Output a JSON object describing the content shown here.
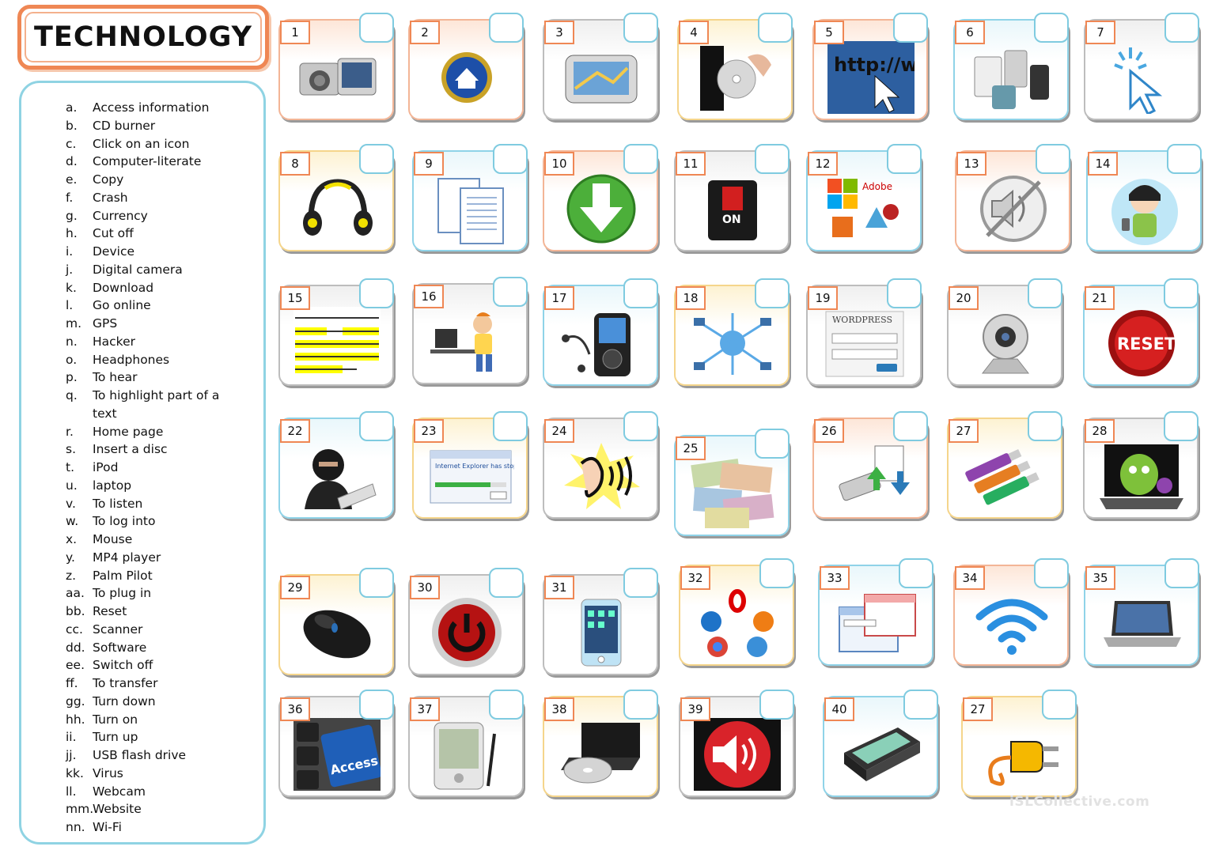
{
  "title": "TECHNOLOGY",
  "watermark": "iSLCollective.com",
  "words": [
    {
      "letter": "a.",
      "text": "Access information"
    },
    {
      "letter": "b.",
      "text": "CD burner"
    },
    {
      "letter": "c.",
      "text": "Click on an icon"
    },
    {
      "letter": "d.",
      "text": "Computer-literate"
    },
    {
      "letter": "e.",
      "text": "Copy"
    },
    {
      "letter": "f.",
      "text": "Crash"
    },
    {
      "letter": "g.",
      "text": "Currency"
    },
    {
      "letter": "h.",
      "text": "Cut off"
    },
    {
      "letter": "i.",
      "text": "Device"
    },
    {
      "letter": "j.",
      "text": "Digital camera"
    },
    {
      "letter": "k.",
      "text": "Download"
    },
    {
      "letter": "l.",
      "text": "Go online"
    },
    {
      "letter": "m.",
      "text": "GPS"
    },
    {
      "letter": "n.",
      "text": "Hacker"
    },
    {
      "letter": "o.",
      "text": "Headphones"
    },
    {
      "letter": "p.",
      "text": "To hear"
    },
    {
      "letter": "q.",
      "text": "To highlight part of a"
    },
    {
      "letter": "",
      "text": "text"
    },
    {
      "letter": "r.",
      "text": "Home page"
    },
    {
      "letter": "s.",
      "text": "Insert a disc"
    },
    {
      "letter": "t.",
      "text": "iPod"
    },
    {
      "letter": "u.",
      "text": "laptop"
    },
    {
      "letter": "v.",
      "text": "To listen"
    },
    {
      "letter": "w.",
      "text": "To log into"
    },
    {
      "letter": "x.",
      "text": "Mouse"
    },
    {
      "letter": "y.",
      "text": "MP4 player"
    },
    {
      "letter": "z.",
      "text": "Palm Pilot"
    },
    {
      "letter": "aa.",
      "text": "To plug in"
    },
    {
      "letter": "bb.",
      "text": "Reset"
    },
    {
      "letter": "cc.",
      "text": "Scanner"
    },
    {
      "letter": "dd.",
      "text": "Software"
    },
    {
      "letter": "ee.",
      "text": "Switch off"
    },
    {
      "letter": "ff.",
      "text": "To transfer"
    },
    {
      "letter": "gg.",
      "text": "Turn down"
    },
    {
      "letter": "hh.",
      "text": "Turn on"
    },
    {
      "letter": "ii.",
      "text": "Turn up"
    },
    {
      "letter": "jj.",
      "text": "USB flash drive"
    },
    {
      "letter": "kk.",
      "text": "Virus"
    },
    {
      "letter": "ll.",
      "text": "Webcam"
    },
    {
      "letter": "mm.",
      "text": "Website"
    },
    {
      "letter": "nn.",
      "text": "Wi-Fi"
    }
  ],
  "cards": [
    {
      "number": "1",
      "icon": "digital-camera-icon",
      "theme": "orange"
    },
    {
      "number": "2",
      "icon": "home-page-icon",
      "theme": "orange"
    },
    {
      "number": "3",
      "icon": "gps-icon",
      "theme": "gray"
    },
    {
      "number": "4",
      "icon": "insert-disc-icon",
      "theme": "yellow"
    },
    {
      "number": "5",
      "icon": "website-url-icon",
      "theme": "orange"
    },
    {
      "number": "6",
      "icon": "devices-icon",
      "theme": "blue"
    },
    {
      "number": "7",
      "icon": "click-cursor-icon",
      "theme": "gray"
    },
    {
      "number": "8",
      "icon": "headphones-icon",
      "theme": "yellow"
    },
    {
      "number": "9",
      "icon": "copy-documents-icon",
      "theme": "blue"
    },
    {
      "number": "10",
      "icon": "download-arrow-icon",
      "theme": "orange"
    },
    {
      "number": "11",
      "icon": "internet-switch-icon",
      "theme": "gray"
    },
    {
      "number": "12",
      "icon": "software-logos-icon",
      "theme": "blue"
    },
    {
      "number": "13",
      "icon": "mute-speaker-icon",
      "theme": "orange"
    },
    {
      "number": "14",
      "icon": "girl-listening-icon",
      "theme": "blue"
    },
    {
      "number": "15",
      "icon": "highlight-text-icon",
      "theme": "gray"
    },
    {
      "number": "16",
      "icon": "computer-user-icon",
      "theme": "gray"
    },
    {
      "number": "17",
      "icon": "mp4-player-icon",
      "theme": "blue"
    },
    {
      "number": "18",
      "icon": "network-globe-icon",
      "theme": "yellow"
    },
    {
      "number": "19",
      "icon": "login-form-icon",
      "theme": "gray"
    },
    {
      "number": "20",
      "icon": "webcam-icon",
      "theme": "gray"
    },
    {
      "number": "21",
      "icon": "reset-button-icon",
      "theme": "blue"
    },
    {
      "number": "22",
      "icon": "hacker-icon",
      "theme": "blue"
    },
    {
      "number": "23",
      "icon": "crash-dialog-icon",
      "theme": "yellow"
    },
    {
      "number": "24",
      "icon": "ear-hearing-icon",
      "theme": "gray"
    },
    {
      "number": "25",
      "icon": "currency-notes-icon",
      "theme": "blue"
    },
    {
      "number": "26",
      "icon": "usb-transfer-icon",
      "theme": "orange"
    },
    {
      "number": "27",
      "icon": "usb-flash-drives-icon",
      "theme": "yellow"
    },
    {
      "number": "28",
      "icon": "virus-laptop-icon",
      "theme": "gray"
    },
    {
      "number": "29",
      "icon": "mouse-icon",
      "theme": "yellow"
    },
    {
      "number": "30",
      "icon": "power-button-icon",
      "theme": "gray"
    },
    {
      "number": "31",
      "icon": "ipod-icon",
      "theme": "gray"
    },
    {
      "number": "32",
      "icon": "browsers-icon",
      "theme": "yellow"
    },
    {
      "number": "33",
      "icon": "browser-windows-icon",
      "theme": "blue"
    },
    {
      "number": "34",
      "icon": "wifi-icon",
      "theme": "orange"
    },
    {
      "number": "35",
      "icon": "laptop-icon",
      "theme": "blue"
    },
    {
      "number": "36",
      "icon": "access-key-icon",
      "theme": "gray"
    },
    {
      "number": "37",
      "icon": "palm-pilot-icon",
      "theme": "gray"
    },
    {
      "number": "38",
      "icon": "cd-burner-icon",
      "theme": "yellow"
    },
    {
      "number": "39",
      "icon": "speaker-volume-icon",
      "theme": "gray"
    },
    {
      "number": "40",
      "icon": "scanner-icon",
      "theme": "blue"
    },
    {
      "number": "27",
      "icon": "plug-icon",
      "theme": "yellow"
    }
  ]
}
